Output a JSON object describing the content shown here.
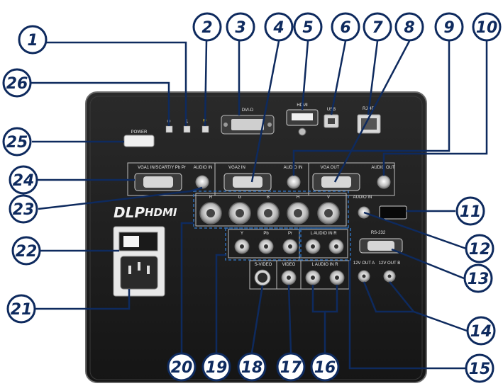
{
  "diagram": {
    "panel_labels": {
      "dvid": "DVI-D",
      "hdmi": "HDMI",
      "usb": "USB",
      "rj45": "RJ-45",
      "power": "POWER",
      "vga1_in": "VGA1 IN/SCART/Y Pb Pr",
      "audio_in_1": "AUDIO IN",
      "vga2_in": "VGA2 IN",
      "audio_in_2": "AUDIO IN",
      "vga_out": "VGA OUT",
      "audio_out": "AUDIO OUT",
      "bnc_r": "R",
      "bnc_g": "G",
      "bnc_b": "B",
      "bnc_h": "H",
      "bnc_v": "V",
      "audio_in_3": "AUDIO IN",
      "comp_y": "Y",
      "comp_pb": "Pb",
      "comp_pr": "Pr",
      "audio_lr_1": "L  AUDIO IN  R",
      "svideo": "S-VIDEO",
      "video": "VIDEO",
      "audio_lr_2": "L  AUDIO IN  R",
      "rs232": "RS-232",
      "out_a": "12V OUT A",
      "out_b": "12V OUT B",
      "logo_dlp": "DLP",
      "logo_hdmi": "HDMI"
    },
    "callouts": [
      {
        "label": "1"
      },
      {
        "label": "2"
      },
      {
        "label": "3"
      },
      {
        "label": "4"
      },
      {
        "label": "5"
      },
      {
        "label": "6"
      },
      {
        "label": "7"
      },
      {
        "label": "8"
      },
      {
        "label": "9"
      },
      {
        "label": "10"
      },
      {
        "label": "11"
      },
      {
        "label": "12"
      },
      {
        "label": "13"
      },
      {
        "label": "14"
      },
      {
        "label": "15"
      },
      {
        "label": "16"
      },
      {
        "label": "17"
      },
      {
        "label": "18"
      },
      {
        "label": "19"
      },
      {
        "label": "20"
      },
      {
        "label": "21"
      },
      {
        "label": "22"
      },
      {
        "label": "23"
      },
      {
        "label": "24"
      },
      {
        "label": "25"
      },
      {
        "label": "26"
      }
    ],
    "colors": {
      "panel": "#1d1d1d",
      "callout_fill": "#ffffff",
      "callout_stroke": "#0e2a5e",
      "leader": "#0e2a5e",
      "dashed_group": "#2f6db5"
    }
  }
}
